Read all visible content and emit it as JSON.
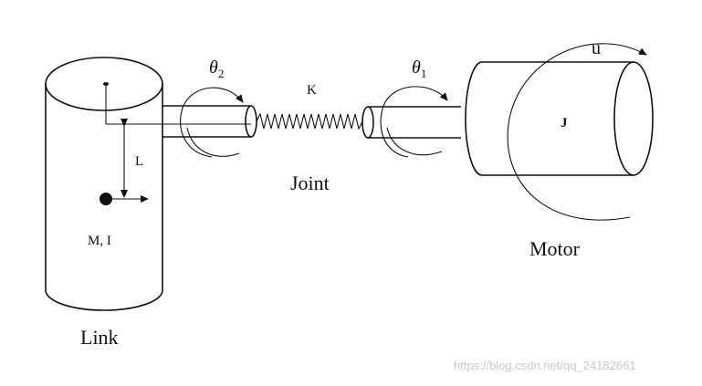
{
  "labels": {
    "link": "Link",
    "joint": "Joint",
    "motor": "Motor",
    "mass_inertia": "M, I",
    "length": "L",
    "stiffness": "K",
    "theta2": "θ",
    "theta2_sub": "2",
    "theta1": "θ",
    "theta1_sub": "1",
    "motor_inertia": "J",
    "input_torque": "u"
  },
  "watermark": "https://blog.csdn.net/qq_24182661"
}
